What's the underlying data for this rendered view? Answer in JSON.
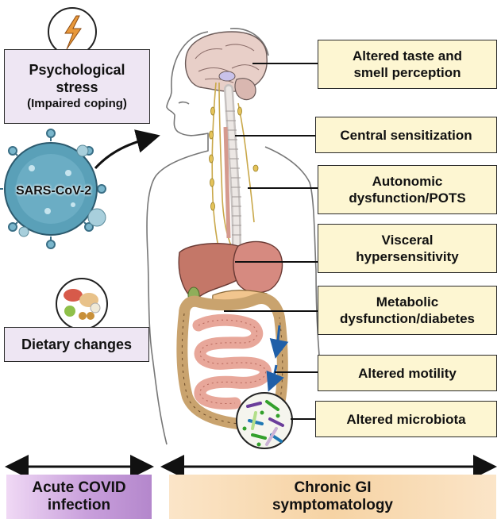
{
  "left_labels": {
    "stress_line1": "Psychological",
    "stress_line2": "stress",
    "stress_line3": "(Impaired coping)",
    "virus": "SARS-CoV-2",
    "diet": "Dietary changes"
  },
  "right_labels": [
    {
      "line1": "Altered taste and",
      "line2": "smell perception"
    },
    {
      "line1": "Central sensitization",
      "line2": ""
    },
    {
      "line1": "Autonomic",
      "line2": "dysfunction/POTS"
    },
    {
      "line1": "Visceral",
      "line2": "hypersensitivity"
    },
    {
      "line1": "Metabolic",
      "line2": "dysfunction/diabetes"
    },
    {
      "line1": "Altered motility",
      "line2": ""
    },
    {
      "line1": "Altered microbiota",
      "line2": ""
    }
  ],
  "timeline": {
    "acute_line1": "Acute COVID",
    "acute_line2": "infection",
    "chronic_line1": "Chronic GI",
    "chronic_line2": "symptomatology"
  },
  "colors": {
    "left_box_fill": "#eee6f3",
    "right_box_fill": "#fdf6d2",
    "acute_bar": "#c9a0dc",
    "chronic_bar": "#f6d3a4",
    "virus": "#5aa0b8"
  }
}
